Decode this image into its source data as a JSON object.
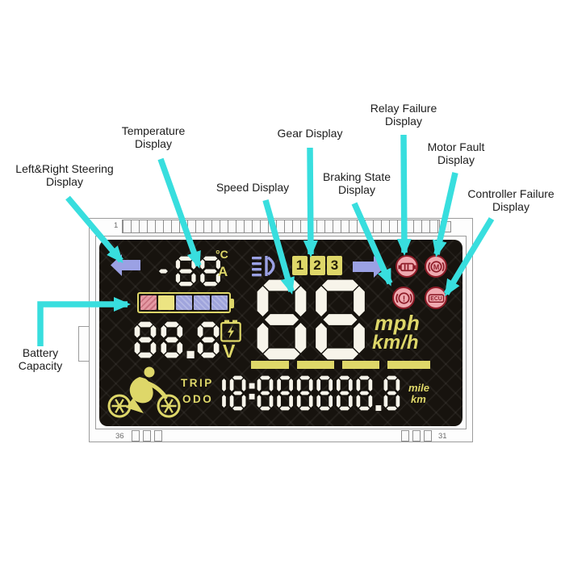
{
  "colors": {
    "accent_cyan": "#38dede",
    "lcd_white": "#f7f4ea",
    "lcd_yellow": "#ded769",
    "lcd_blue": "#9ba1e4",
    "icon_pink": "#efaab0",
    "icon_red": "#8e1c28",
    "battery_red": "#e59aa4",
    "battery_yellow": "#ece482",
    "battery_blue": "#9fa4dc"
  },
  "labels": {
    "steering": {
      "line1": "Left&Right Steering",
      "line2": "Display"
    },
    "temperature": {
      "line1": "Temperature",
      "line2": "Display"
    },
    "gear": {
      "line1": "Gear Display"
    },
    "speed": {
      "line1": "Speed Display"
    },
    "braking": {
      "line1": "Braking State",
      "line2": "Display"
    },
    "relay": {
      "line1": "Relay Failure",
      "line2": "Display"
    },
    "motor": {
      "line1": "Motor Fault",
      "line2": "Display"
    },
    "controller": {
      "line1": "Controller Failure",
      "line2": "Display"
    },
    "battery": {
      "line1": "Battery",
      "line2": "Capacity"
    }
  },
  "lcd": {
    "temperature": {
      "value": "-88",
      "unit_c": "°C",
      "unit_a": "A"
    },
    "gear": {
      "digits": [
        "1",
        "2",
        "3"
      ]
    },
    "speed": {
      "value": "88",
      "unit_mph": "mph",
      "unit_kmh": "km/h"
    },
    "voltage": {
      "value": "88.8",
      "unit": "V"
    },
    "trip_label": "TRIP",
    "odo_label": "ODO",
    "odometer": {
      "value": "18:888888.8",
      "unit_mile": "mile",
      "unit_km": "km"
    },
    "fault_icons": {
      "motor": "M",
      "ecu": "ECU",
      "brake": "!"
    }
  },
  "module": {
    "pin_top_label": "1",
    "pin_bottom_left": "36",
    "pin_bottom_right": "31"
  }
}
